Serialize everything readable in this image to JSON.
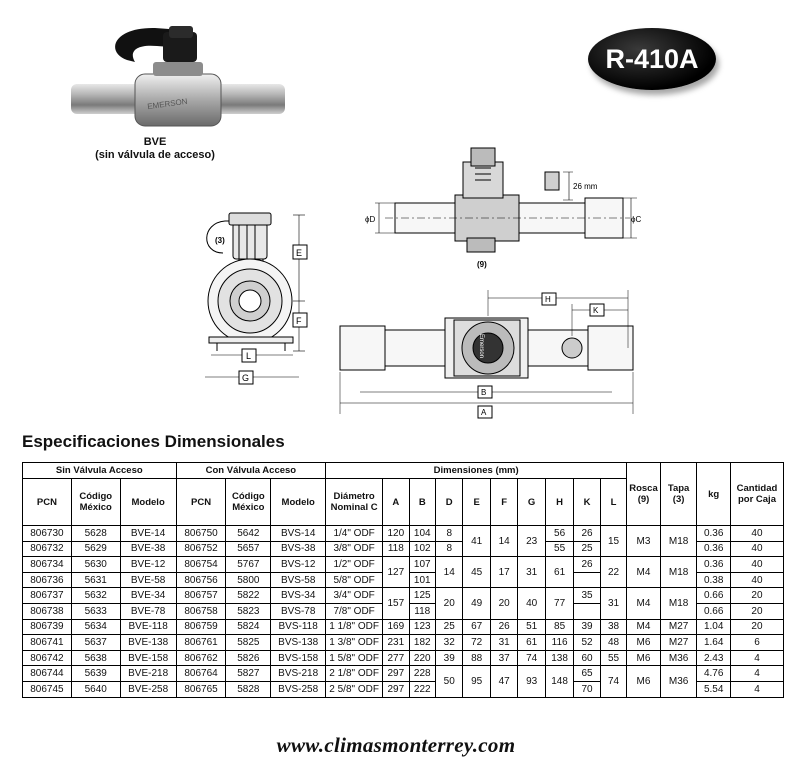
{
  "badge": "R-410A",
  "product": {
    "model": "BVE",
    "subtitle": "(sin válvula de acceso)",
    "brand": "EMERSON"
  },
  "drawing_labels": {
    "e": "E",
    "f": "F",
    "l": "L",
    "g": "G",
    "three": "(3)",
    "d": "ϕD",
    "c": "ϕC",
    "nine": "(9)",
    "mm26": "26 mm",
    "h": "H",
    "k": "K",
    "b": "B",
    "a": "A",
    "brand_side": "Emerson"
  },
  "section_title": "Especificaciones Dimensionales",
  "table": {
    "group_headers": {
      "sin": "Sin Válvula Acceso",
      "con": "Con Válvula Acceso",
      "dim": "Dimensiones (mm)"
    },
    "headers": {
      "pcn1": "PCN",
      "cod1": "Código México",
      "mod1": "Modelo",
      "pcn2": "PCN",
      "cod2": "Código México",
      "mod2": "Modelo",
      "diam": "Diámetro Nominal C",
      "a": "A",
      "b": "B",
      "d": "D",
      "e": "E",
      "f": "F",
      "g": "G",
      "h": "H",
      "k": "K",
      "l": "L",
      "rosca": "Rosca (9)",
      "tapa": "Tapa (3)",
      "kg": "kg",
      "cant": "Cantidad por Caja"
    },
    "rows": [
      [
        "806730",
        "5628",
        "BVE-14",
        "806750",
        "5642",
        "BVS-14",
        "1/4\" ODF",
        "120",
        "104",
        "8",
        "41",
        "14",
        "23",
        "56",
        "26",
        "15",
        "M3",
        "M18",
        "0.36",
        "40"
      ],
      [
        "806732",
        "5629",
        "BVE-38",
        "806752",
        "5657",
        "BVS-38",
        "3/8\" ODF",
        "118",
        "102",
        "8",
        "",
        "",
        "",
        "55",
        "25",
        "",
        "",
        "",
        "0.36",
        "40"
      ],
      [
        "806734",
        "5630",
        "BVE-12",
        "806754",
        "5767",
        "BVS-12",
        "1/2\" ODF",
        "127",
        "107",
        "14",
        "45",
        "17",
        "31",
        "61",
        "26",
        "22",
        "M4",
        "M18",
        "0.36",
        "40"
      ],
      [
        "806736",
        "5631",
        "BVE-58",
        "806756",
        "5800",
        "BVS-58",
        "5/8\" ODF",
        "",
        "101",
        "",
        "",
        "",
        "",
        "",
        "",
        "",
        "",
        "",
        "0.38",
        "40"
      ],
      [
        "806737",
        "5632",
        "BVE-34",
        "806757",
        "5822",
        "BVS-34",
        "3/4\" ODF",
        "157",
        "125",
        "20",
        "49",
        "20",
        "40",
        "77",
        "35",
        "31",
        "M4",
        "M18",
        "0.66",
        "20"
      ],
      [
        "806738",
        "5633",
        "BVE-78",
        "806758",
        "5823",
        "BVS-78",
        "7/8\" ODF",
        "",
        "118",
        "",
        "",
        "",
        "",
        "",
        "",
        "",
        "",
        "",
        "0.66",
        "20"
      ],
      [
        "806739",
        "5634",
        "BVE-118",
        "806759",
        "5824",
        "BVS-118",
        "1 1/8\" ODF",
        "169",
        "123",
        "25",
        "67",
        "26",
        "51",
        "85",
        "39",
        "38",
        "M4",
        "M27",
        "1.04",
        "20"
      ],
      [
        "806741",
        "5637",
        "BVE-138",
        "806761",
        "5825",
        "BVS-138",
        "1 3/8\" ODF",
        "231",
        "182",
        "32",
        "72",
        "31",
        "61",
        "116",
        "52",
        "48",
        "M6",
        "M27",
        "1.64",
        "6"
      ],
      [
        "806742",
        "5638",
        "BVE-158",
        "806762",
        "5826",
        "BVS-158",
        "1 5/8\" ODF",
        "277",
        "220",
        "39",
        "88",
        "37",
        "74",
        "138",
        "60",
        "55",
        "M6",
        "M36",
        "2.43",
        "4"
      ],
      [
        "806744",
        "5639",
        "BVE-218",
        "806764",
        "5827",
        "BVS-218",
        "2 1/8\" ODF",
        "297",
        "228",
        "50",
        "95",
        "47",
        "93",
        "148",
        "65",
        "74",
        "M6",
        "M36",
        "4.76",
        "4"
      ],
      [
        "806745",
        "5640",
        "BVE-258",
        "806765",
        "5828",
        "BVS-258",
        "2 5/8\" ODF",
        "297",
        "222",
        "",
        "",
        "",
        "",
        "",
        "70",
        "",
        "",
        "",
        "5.54",
        "4"
      ]
    ]
  },
  "website": "www.climasmonterrey.com"
}
